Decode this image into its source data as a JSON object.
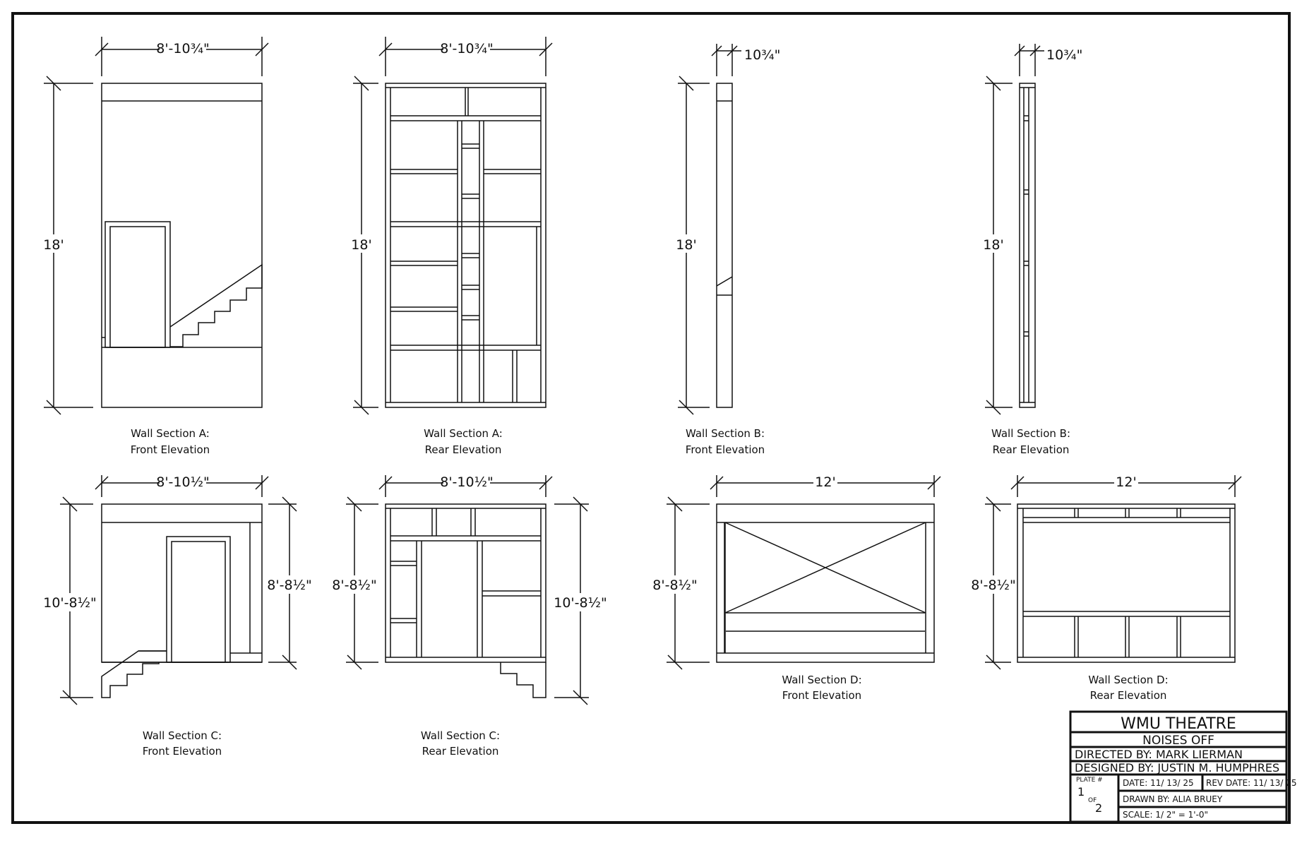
{
  "colors": {
    "line": "#111111",
    "paper": "#ffffff"
  },
  "dims": {
    "a_front_w": "8'-10¾\"",
    "a_front_h": "18'",
    "a_rear_w": "8'-10¾\"",
    "a_rear_h": "18'",
    "b_front_w": "10¾\"",
    "b_front_h": "18'",
    "b_rear_w": "10¾\"",
    "b_rear_h": "18'",
    "c_front_w": "8'-10½\"",
    "c_front_h": "10'-8½\"",
    "c_front_h2": "8'-8½\"",
    "c_rear_w": "8'-10½\"",
    "c_rear_h": "8'-8½\"",
    "c_rear_h2": "10'-8½\"",
    "d_front_w": "12'",
    "d_front_h": "8'-8½\"",
    "d_rear_w": "12'",
    "d_rear_h": "8'-8½\""
  },
  "captions": {
    "a_front": [
      "Wall Section A:",
      "Front Elevation"
    ],
    "a_rear": [
      "Wall Section A:",
      "Rear Elevation"
    ],
    "b_front": [
      "Wall Section B:",
      "Front Elevation"
    ],
    "b_rear": [
      "Wall Section B:",
      "Rear Elevation"
    ],
    "c_front": [
      "Wall Section C:",
      "Front Elevation"
    ],
    "c_rear": [
      "Wall Section C:",
      "Rear Elevation"
    ],
    "d_front": [
      "Wall Section D:",
      "Front Elevation"
    ],
    "d_rear": [
      "Wall Section D:",
      "Rear Elevation"
    ]
  },
  "title_block": {
    "org": "WMU THEATRE",
    "show": "NOISES OFF",
    "directed": "DIRECTED BY:   MARK LIERMAN",
    "designed": "DESIGNED BY:   JUSTIN M. HUMPHRES",
    "plate_label": "PLATE #",
    "plate_num": "1",
    "of_label": "OF",
    "plate_total": "2",
    "date": "DATE:  11/ 13/ 25",
    "rev_date": "REV DATE:  11/ 13/ 25",
    "drawn_by": "DRAWN BY:    ALIA BRUEY",
    "scale": "SCALE:  1/ 2\" = 1'-0\""
  }
}
